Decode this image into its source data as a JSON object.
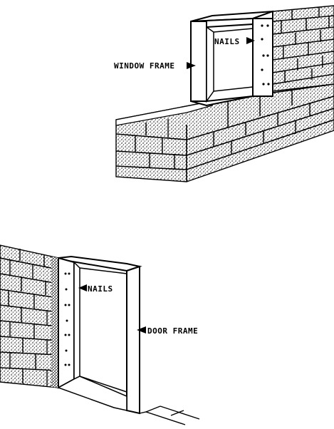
{
  "figures": [
    {
      "id": "window-frame-in-wall",
      "labels": {
        "frame": "WINDOW FRAME",
        "nails": "NAILS"
      }
    },
    {
      "id": "door-frame-in-wall",
      "labels": {
        "frame": "DOOR FRAME",
        "nails": "NAILS"
      }
    }
  ],
  "colors": {
    "ink": "#000000",
    "paper": "#ffffff"
  }
}
